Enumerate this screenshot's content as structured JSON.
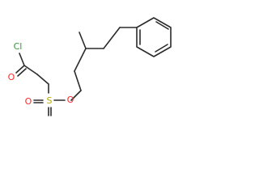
{
  "molecule": {
    "atoms": {
      "chlorine": "Cl",
      "carbonyl_oxygen": "O",
      "sulfonyl_oxygen_left": "O",
      "sulfur": "S",
      "ester_oxygen": "O"
    },
    "colors": {
      "bond": "#2b2b2b",
      "oxygen": "#ff2a2a",
      "chlorine": "#2f9b2f",
      "sulfur": "#b8aa00",
      "background": "#ffffff"
    }
  }
}
